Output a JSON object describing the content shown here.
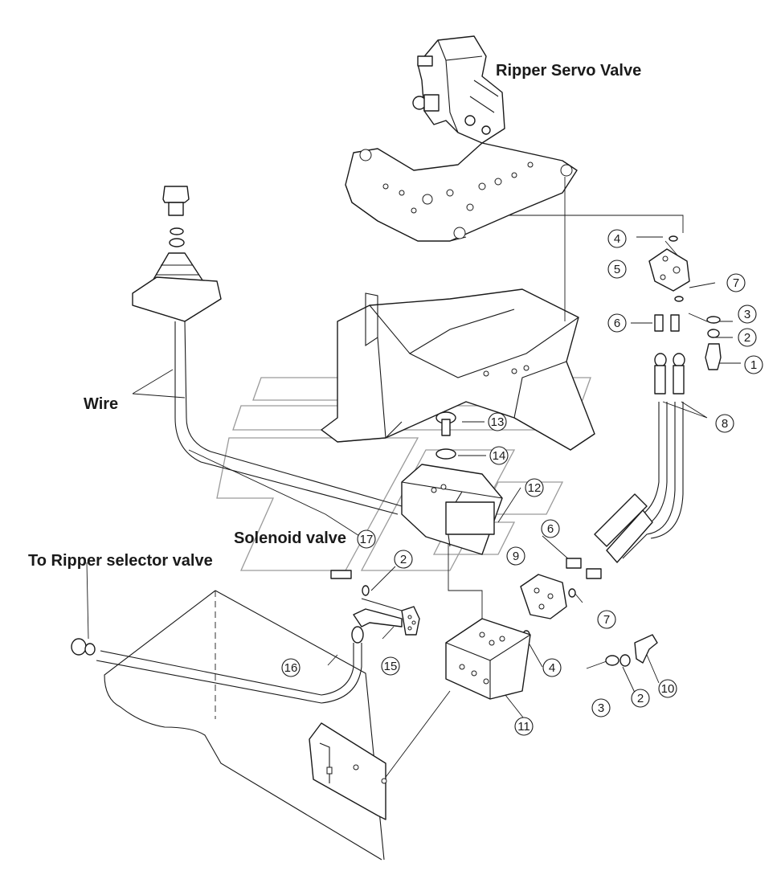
{
  "labels": {
    "ripper_servo_valve": "Ripper Servo Valve",
    "wire": "Wire",
    "solenoid_valve": "Solenoid valve",
    "to_ripper_selector_valve": "To Ripper selector valve"
  },
  "callouts": {
    "c1": "1",
    "c2a": "2",
    "c2b": "2",
    "c2c": "2",
    "c3a": "3",
    "c3b": "3",
    "c4a": "4",
    "c4b": "4",
    "c5": "5",
    "c6a": "6",
    "c6b": "6",
    "c7a": "7",
    "c7b": "7",
    "c8": "8",
    "c9": "9",
    "c10": "10",
    "c11": "11",
    "c12": "12",
    "c13": "13",
    "c14": "14",
    "c15": "15",
    "c16": "16",
    "c17": "17"
  }
}
